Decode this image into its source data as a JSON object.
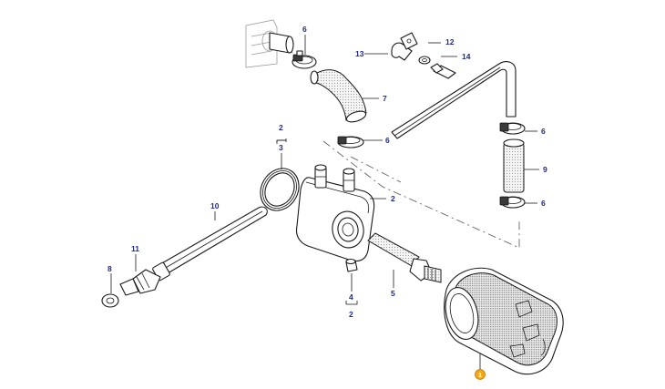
{
  "diagram": {
    "callouts": {
      "c6_top": "6",
      "c13": "13",
      "c12": "12",
      "c14": "14",
      "c7": "7",
      "c6_mid": "6",
      "c6_right_top": "6",
      "c9": "9",
      "c6_right_bottom": "6",
      "c2_group": "2",
      "c3": "3",
      "c2_body": "2",
      "c10": "10",
      "c11": "11",
      "c8": "8",
      "c4": "4",
      "c2_bottom": "2",
      "c5": "5",
      "c1": "1"
    },
    "colors": {
      "callout_text": "#1f2a8a",
      "highlight_badge": "#f3a619",
      "line": "#1a1a1a"
    }
  }
}
